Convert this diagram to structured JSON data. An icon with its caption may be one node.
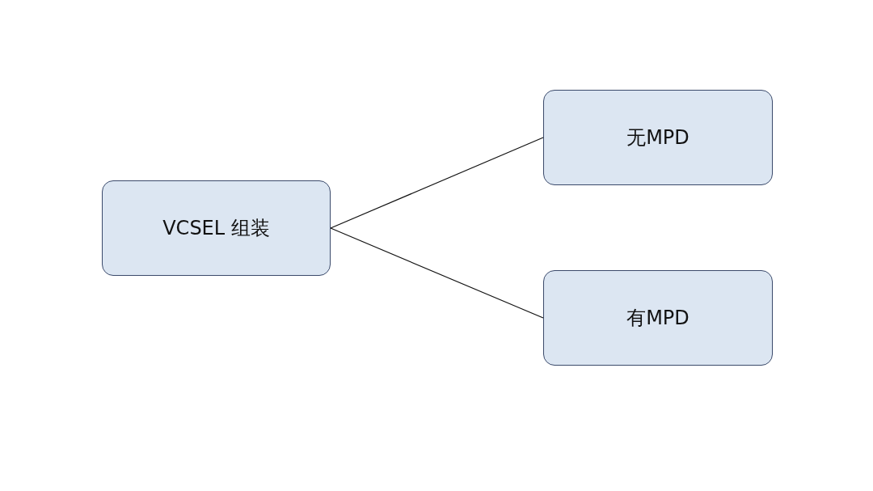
{
  "diagram": {
    "nodes": [
      {
        "text": [
          "VCSEL 组装"
        ]
      },
      {
        "text": [
          "无MPD"
        ]
      },
      {
        "text": [
          "有MPD"
        ]
      }
    ],
    "edges": [
      {
        "from": 0,
        "to": 1,
        "arrow": "none"
      },
      {
        "from": 0,
        "to": 2,
        "arrow": "none"
      }
    ]
  }
}
